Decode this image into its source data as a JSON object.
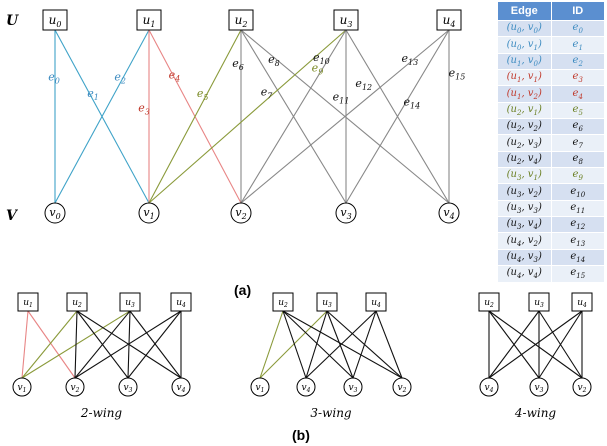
{
  "part_a": {
    "set_u_label": "U",
    "set_v_label": "V",
    "caption": "(a)",
    "u_nodes": [
      {
        "label": "u0"
      },
      {
        "label": "u1"
      },
      {
        "label": "u2"
      },
      {
        "label": "u3"
      },
      {
        "label": "u4"
      }
    ],
    "v_nodes": [
      {
        "label": "v0"
      },
      {
        "label": "v1"
      },
      {
        "label": "v2"
      },
      {
        "label": "v3"
      },
      {
        "label": "v4"
      }
    ],
    "edges": [
      {
        "id": "e0",
        "u": 0,
        "v": 0,
        "color": "#3fa3c8"
      },
      {
        "id": "e1",
        "u": 0,
        "v": 1,
        "color": "#3fa3c8"
      },
      {
        "id": "e2",
        "u": 1,
        "v": 0,
        "color": "#3fa3c8"
      },
      {
        "id": "e3",
        "u": 1,
        "v": 1,
        "color": "#e88585"
      },
      {
        "id": "e4",
        "u": 1,
        "v": 2,
        "color": "#e88585"
      },
      {
        "id": "e5",
        "u": 2,
        "v": 1,
        "color": "#8a9a3a"
      },
      {
        "id": "e6",
        "u": 2,
        "v": 2,
        "color": "#888888"
      },
      {
        "id": "e7",
        "u": 2,
        "v": 3,
        "color": "#888888"
      },
      {
        "id": "e8",
        "u": 2,
        "v": 4,
        "color": "#888888"
      },
      {
        "id": "e9",
        "u": 3,
        "v": 1,
        "color": "#8a9a3a"
      },
      {
        "id": "e10",
        "u": 3,
        "v": 2,
        "color": "#888888"
      },
      {
        "id": "e11",
        "u": 3,
        "v": 3,
        "color": "#888888"
      },
      {
        "id": "e12",
        "u": 3,
        "v": 4,
        "color": "#888888"
      },
      {
        "id": "e13",
        "u": 4,
        "v": 2,
        "color": "#888888"
      },
      {
        "id": "e14",
        "u": 4,
        "v": 3,
        "color": "#888888"
      },
      {
        "id": "e15",
        "u": 4,
        "v": 4,
        "color": "#888888"
      }
    ]
  },
  "edge_table": {
    "headers": [
      "Edge",
      "ID"
    ],
    "rows": [
      {
        "edge": "(u0, v0)",
        "id": "e0",
        "tone": "blue"
      },
      {
        "edge": "(u0, v1)",
        "id": "e1",
        "tone": "blue"
      },
      {
        "edge": "(u1, v0)",
        "id": "e2",
        "tone": "blue"
      },
      {
        "edge": "(u1, v1)",
        "id": "e3",
        "tone": "red"
      },
      {
        "edge": "(u1, v2)",
        "id": "e4",
        "tone": "red"
      },
      {
        "edge": "(u2, v1)",
        "id": "e5",
        "tone": "olive"
      },
      {
        "edge": "(u2, v2)",
        "id": "e6",
        "tone": "black"
      },
      {
        "edge": "(u2, v3)",
        "id": "e7",
        "tone": "black"
      },
      {
        "edge": "(u2, v4)",
        "id": "e8",
        "tone": "black"
      },
      {
        "edge": "(u3, v1)",
        "id": "e9",
        "tone": "olive"
      },
      {
        "edge": "(u3, v2)",
        "id": "e10",
        "tone": "black"
      },
      {
        "edge": "(u3, v3)",
        "id": "e11",
        "tone": "black"
      },
      {
        "edge": "(u3, v4)",
        "id": "e12",
        "tone": "black"
      },
      {
        "edge": "(u4, v2)",
        "id": "e13",
        "tone": "black"
      },
      {
        "edge": "(u4, v3)",
        "id": "e14",
        "tone": "black"
      },
      {
        "edge": "(u4, v4)",
        "id": "e15",
        "tone": "black"
      }
    ]
  },
  "part_b": {
    "caption": "(b)",
    "wings": [
      {
        "label": "2-wing",
        "u_labels": [
          "u1",
          "u2",
          "u3",
          "u4"
        ],
        "v_labels": [
          "v1",
          "v2",
          "v3",
          "v4"
        ],
        "edges": [
          {
            "u": 0,
            "v": 0,
            "color": "#e88585"
          },
          {
            "u": 0,
            "v": 1,
            "color": "#e88585"
          },
          {
            "u": 1,
            "v": 0,
            "color": "#8a9a3a"
          },
          {
            "u": 2,
            "v": 0,
            "color": "#8a9a3a"
          },
          {
            "u": 1,
            "v": 1,
            "color": "#111111"
          },
          {
            "u": 1,
            "v": 2,
            "color": "#111111"
          },
          {
            "u": 1,
            "v": 3,
            "color": "#111111"
          },
          {
            "u": 2,
            "v": 1,
            "color": "#111111"
          },
          {
            "u": 2,
            "v": 2,
            "color": "#111111"
          },
          {
            "u": 2,
            "v": 3,
            "color": "#111111"
          },
          {
            "u": 3,
            "v": 1,
            "color": "#111111"
          },
          {
            "u": 3,
            "v": 2,
            "color": "#111111"
          },
          {
            "u": 3,
            "v": 3,
            "color": "#111111"
          }
        ]
      },
      {
        "label": "3-wing",
        "u_labels": [
          "u2",
          "u3",
          "u4"
        ],
        "v_labels": [
          "v1",
          "v4",
          "v3",
          "v2"
        ],
        "edges": [
          {
            "u": 0,
            "v": 0,
            "color": "#8a9a3a"
          },
          {
            "u": 1,
            "v": 0,
            "color": "#8a9a3a"
          },
          {
            "u": 0,
            "v": 1,
            "color": "#111111"
          },
          {
            "u": 0,
            "v": 2,
            "color": "#111111"
          },
          {
            "u": 0,
            "v": 3,
            "color": "#111111"
          },
          {
            "u": 1,
            "v": 1,
            "color": "#111111"
          },
          {
            "u": 1,
            "v": 2,
            "color": "#111111"
          },
          {
            "u": 1,
            "v": 3,
            "color": "#111111"
          },
          {
            "u": 2,
            "v": 1,
            "color": "#111111"
          },
          {
            "u": 2,
            "v": 2,
            "color": "#111111"
          },
          {
            "u": 2,
            "v": 3,
            "color": "#111111"
          }
        ]
      },
      {
        "label": "4-wing",
        "u_labels": [
          "u2",
          "u3",
          "u4"
        ],
        "v_labels": [
          "v4",
          "v3",
          "v2"
        ],
        "edges": [
          {
            "u": 0,
            "v": 0,
            "color": "#111111"
          },
          {
            "u": 0,
            "v": 1,
            "color": "#111111"
          },
          {
            "u": 0,
            "v": 2,
            "color": "#111111"
          },
          {
            "u": 1,
            "v": 0,
            "color": "#111111"
          },
          {
            "u": 1,
            "v": 1,
            "color": "#111111"
          },
          {
            "u": 1,
            "v": 2,
            "color": "#111111"
          },
          {
            "u": 2,
            "v": 0,
            "color": "#111111"
          },
          {
            "u": 2,
            "v": 1,
            "color": "#111111"
          },
          {
            "u": 2,
            "v": 2,
            "color": "#111111"
          }
        ]
      }
    ]
  }
}
